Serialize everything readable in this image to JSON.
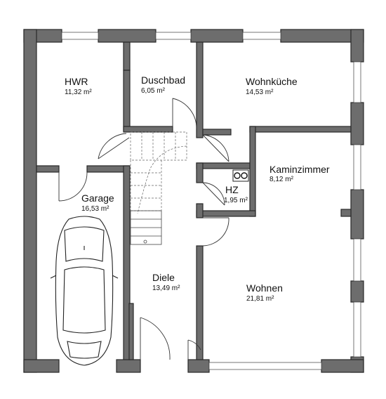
{
  "rooms": [
    {
      "name": "HWR",
      "area": "11,32 m²"
    },
    {
      "name": "Duschbad",
      "area": "6,05 m²"
    },
    {
      "name": "Wohnküche",
      "area": "14,53 m²"
    },
    {
      "name": "Kaminzimmer",
      "area": "8,12 m²"
    },
    {
      "name": "HZ",
      "area": "1,95 m²"
    },
    {
      "name": "Garage",
      "area": "16,53 m²"
    },
    {
      "name": "Diele",
      "area": "13,49 m²"
    },
    {
      "name": "Wohnen",
      "area": "21,81 m²"
    }
  ],
  "colors": {
    "wall": "#6d6d6d",
    "wall_outline": "#2a2a2a",
    "background": "#ffffff"
  }
}
